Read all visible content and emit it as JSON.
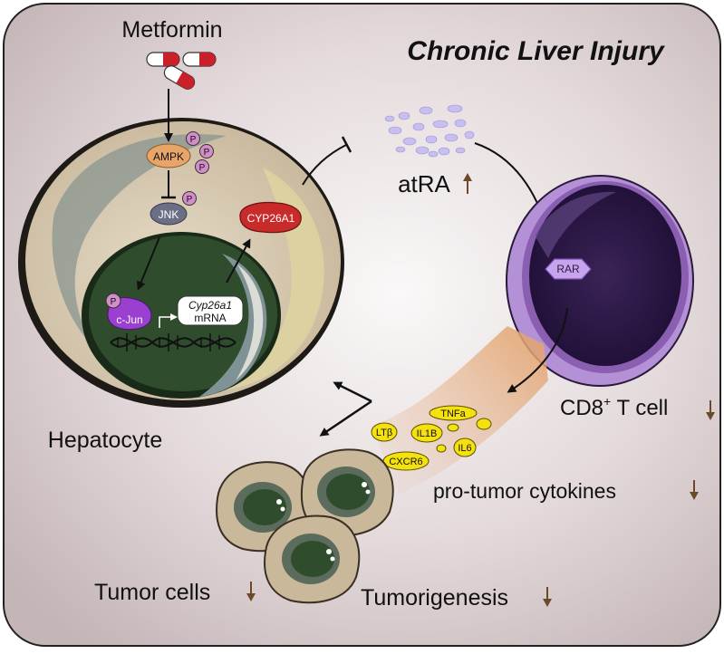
{
  "title": "Chronic Liver Injury",
  "drug": {
    "name": "Metformin"
  },
  "hepatocyte": {
    "label": "Hepatocyte",
    "ampk": "AMPK",
    "jnk": "JNK",
    "cjun": "c-Jun",
    "phospho": "P",
    "mrna_gene": "Cyp26a1",
    "mrna_word": "mRNA",
    "enzyme": "CYP26A1"
  },
  "atra": {
    "label": "atRA",
    "trend": "up"
  },
  "tcell": {
    "receptor": "RAR",
    "label_main": "CD8",
    "label_sup": "+",
    "label_rest": " T cell",
    "trend": "down"
  },
  "cytokines": {
    "items": [
      "TNFa",
      "LTβ",
      "IL1B",
      "CXCR6",
      "IL6"
    ],
    "label": "pro-tumor cytokines",
    "trend": "down"
  },
  "outcomes": {
    "tumor_cells": "Tumor cells",
    "tumor_cells_trend": "down",
    "tumorigenesis": "Tumorigenesis",
    "tumorigenesis_trend": "down"
  },
  "colors": {
    "background_outer": "#ffffff",
    "background_inner": "#c9bcbd",
    "ampk": "#e8a56a",
    "jnk": "#6b6f86",
    "phospho": "#d38ec9",
    "cjun": "#9b3fd1",
    "enzyme": "#c92a2a",
    "nucleus": "#2f4d2d",
    "tcell": "#7b4fa0",
    "rar": "#c9a4ee",
    "cytokine": "#f5e10e",
    "trend_arrow": "#6b4a2a"
  }
}
